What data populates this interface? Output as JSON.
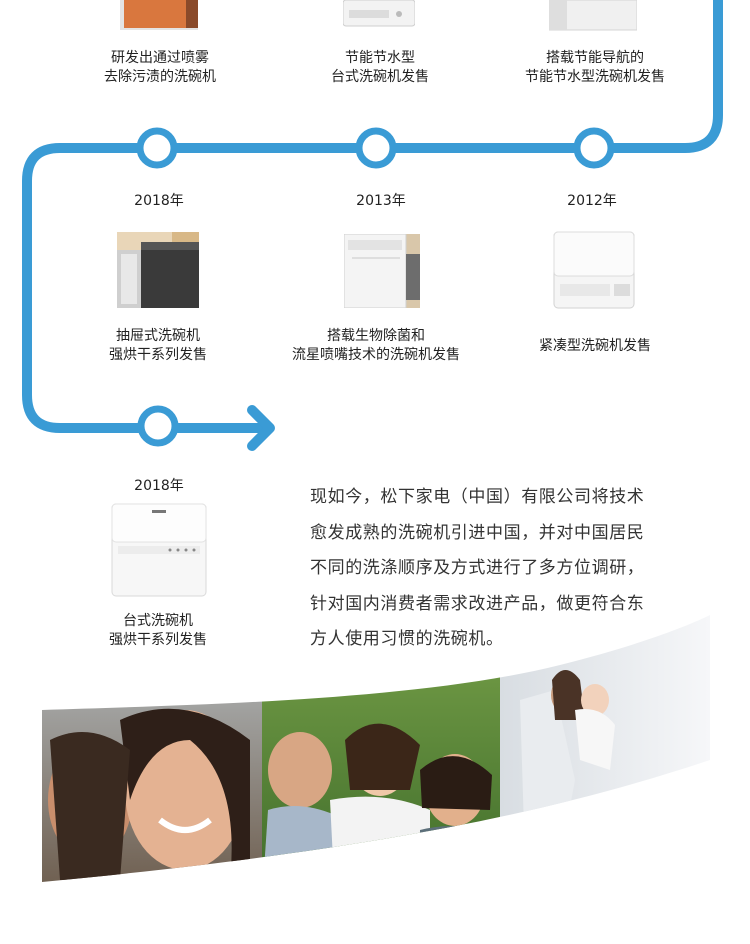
{
  "top_row": [
    {
      "line1": "研发出通过喷雾",
      "line2": "去除污渍的洗碗机"
    },
    {
      "line1": "节能节水型",
      "line2": "台式洗碗机发售"
    },
    {
      "line1": "搭载节能导航的",
      "line2": "节能节水型洗碗机发售"
    }
  ],
  "middle_row": [
    {
      "year": "2018年",
      "line1": "抽屉式洗碗机",
      "line2": "强烘干系列发售",
      "image_icon": "drawer-dishwasher"
    },
    {
      "year": "2013年",
      "line1": "搭载生物除菌和",
      "line2": "流星喷嘴技术的洗碗机发售",
      "image_icon": "built-in-dishwasher"
    },
    {
      "year": "2012年",
      "line1": "紧凑型洗碗机发售",
      "line2": "",
      "image_icon": "compact-dishwasher"
    }
  ],
  "bottom_item": {
    "year": "2018年",
    "line1": "台式洗碗机",
    "line2": "强烘干系列发售",
    "image_icon": "countertop-dishwasher"
  },
  "paragraph": {
    "lines": [
      "现如今，松下家电（中国）有限公司将技术",
      "愈发成熟的洗碗机引进中国，并对中国居民",
      "不同的洗涤顺序及方式进行了多方位调研，",
      "针对国内消费者需求改进产品，做更符合东",
      "方人使用习惯的洗碗机。"
    ]
  },
  "colors": {
    "timeline": "#3a9bd5",
    "text": "#222222",
    "paragraph": "#333333"
  },
  "photos": [
    "smiling-girls-photo",
    "grandparents-child-photo",
    "parent-baby-photo"
  ]
}
